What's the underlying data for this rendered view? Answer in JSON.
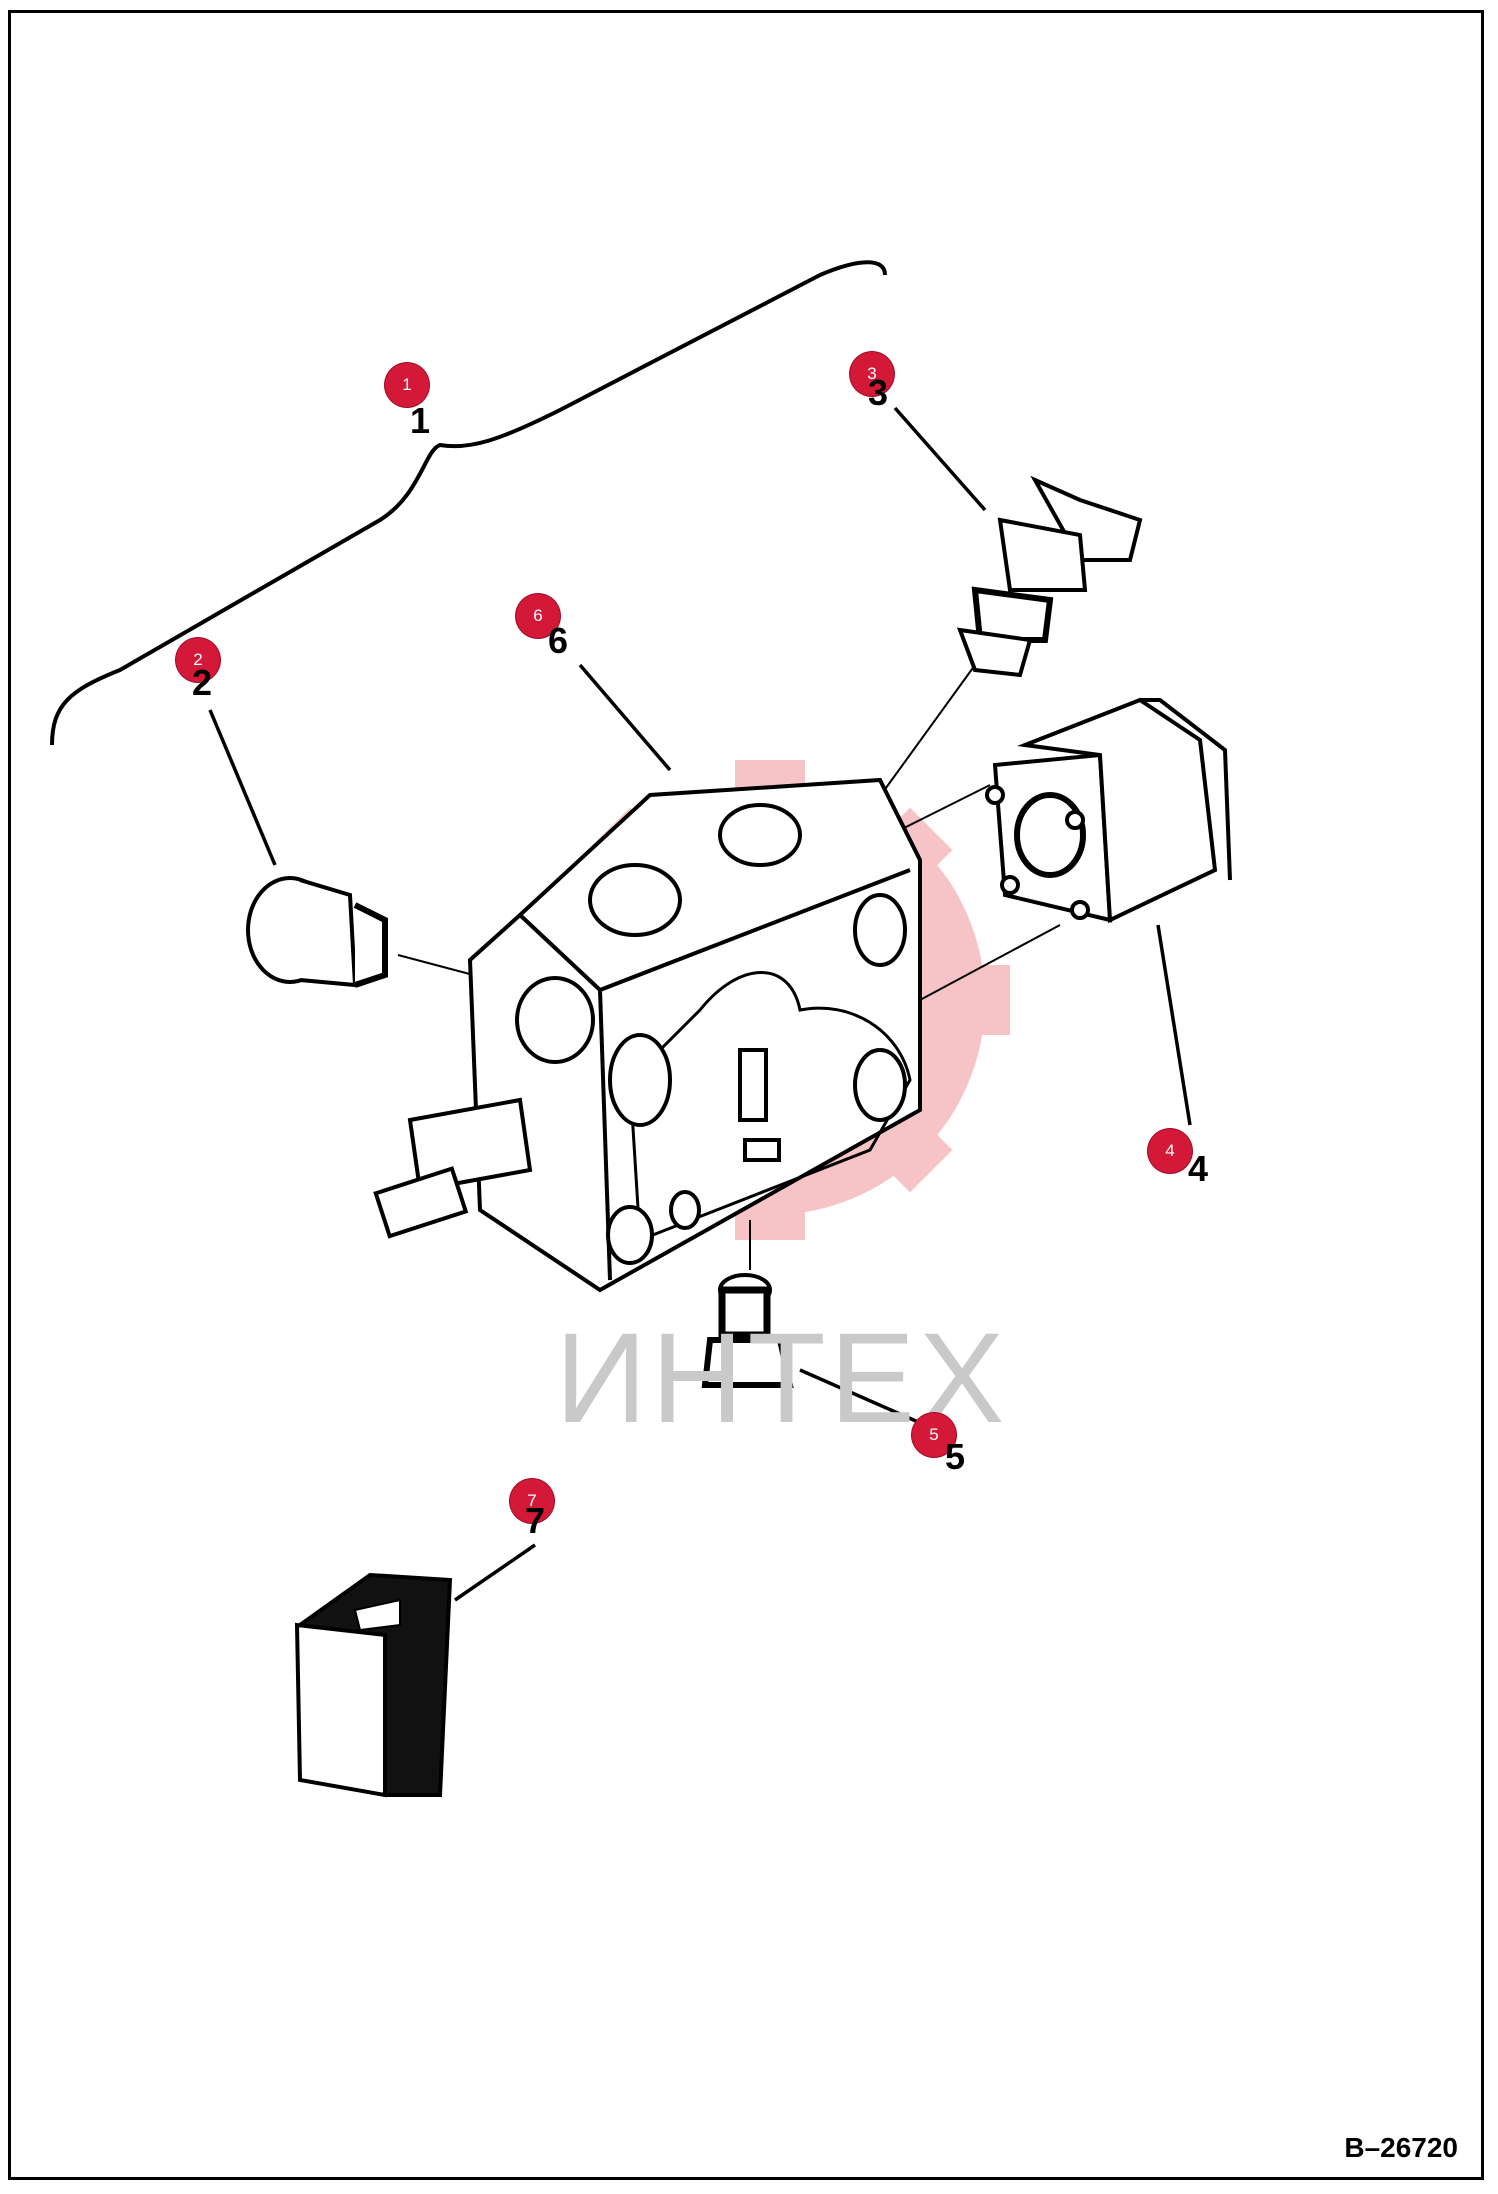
{
  "drawing_number": "B–26720",
  "watermark": "ИНТЕХ",
  "parts": [
    {
      "callout": "1",
      "label": "1"
    },
    {
      "callout": "2",
      "label": "2"
    },
    {
      "callout": "3",
      "label": "3"
    },
    {
      "callout": "4",
      "label": "4"
    },
    {
      "callout": "5",
      "label": "5"
    },
    {
      "callout": "6",
      "label": "6"
    },
    {
      "callout": "7",
      "label": "7"
    }
  ],
  "colors": {
    "callout": "#d41838",
    "line": "#000000",
    "watermark": "#c9c9c9"
  }
}
